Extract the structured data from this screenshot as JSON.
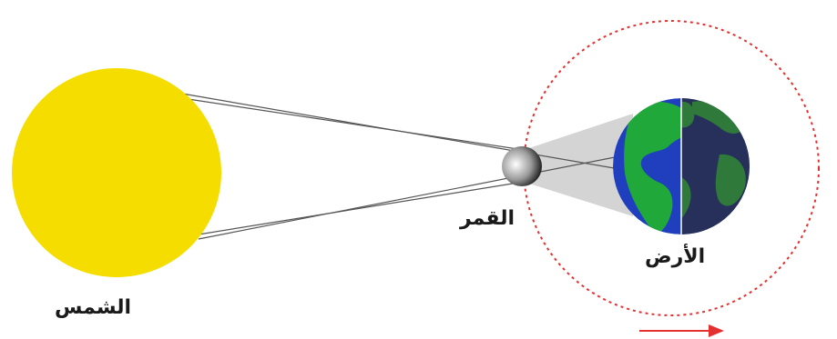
{
  "labels": {
    "sun": "الشمس",
    "moon": "القمر",
    "earth": "الأرض"
  },
  "colors": {
    "sun": "#f5dd00",
    "moon_orbit": "#e53030",
    "direction_arrow": "#e53030",
    "ocean": "#1f3fbf",
    "land": "#21a83a",
    "night_ocean": "#26305a",
    "night_land": "#2f7a3a",
    "shadow_cone": "#c9c9c9",
    "rays": "#555555"
  },
  "icons": {
    "direction": "arrow-right-icon"
  }
}
